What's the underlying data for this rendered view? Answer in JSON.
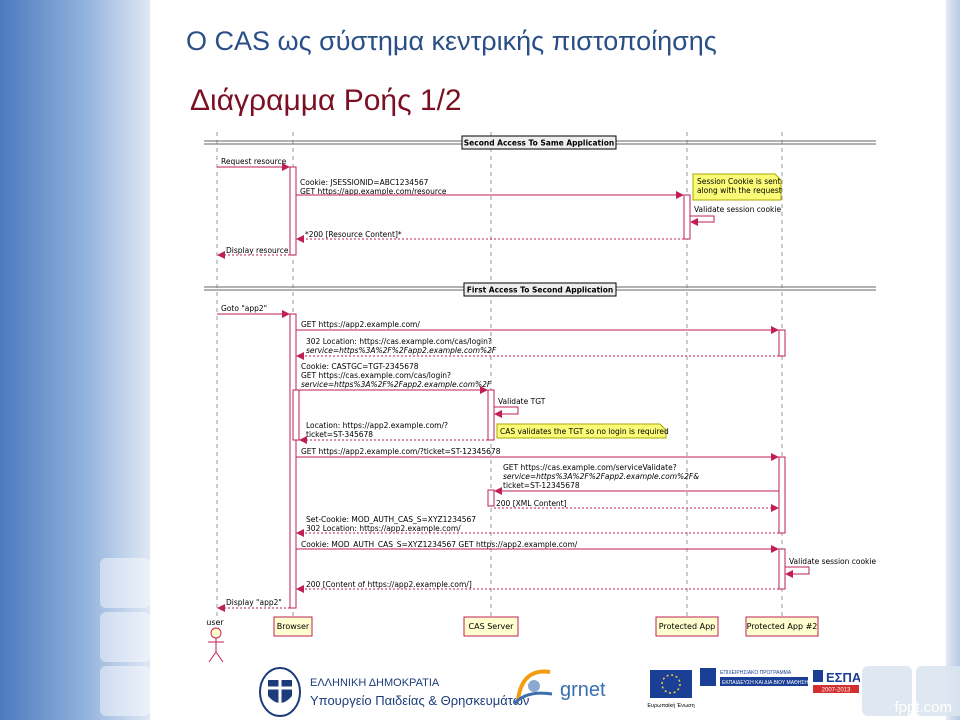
{
  "slide": {
    "title": "Ο CAS ως σύστημα κεντρικής πιστοποίησης",
    "subtitle": "Διάγραμμα Ροής 1/2"
  },
  "diagram": {
    "participants": [
      "user",
      "Browser",
      "CAS Server",
      "Protected App",
      "Protected App #2"
    ],
    "section_1": "Second Access To Same Application",
    "section_2": "First Access To Second Application",
    "messages": [
      {
        "lines": [
          "Request resource"
        ]
      },
      {
        "lines": [
          "Cookie: JSESSIONID=ABC1234567",
          "GET https://app.example.com/resource"
        ]
      },
      {
        "lines": [
          "Validate session cookie"
        ]
      },
      {
        "lines": [
          "*200 [Resource Content]*"
        ]
      },
      {
        "lines": [
          "Display resource"
        ]
      },
      {
        "lines": [
          "Goto \"app2\""
        ]
      },
      {
        "lines": [
          "GET https://app2.example.com/"
        ]
      },
      {
        "lines": [
          "302 Location: https://cas.example.com/cas/login?",
          "service=https%3A%2F%2Fapp2.example.com%2F"
        ]
      },
      {
        "lines": [
          "Cookie: CASTGC=TGT-2345678",
          "GET https://cas.example.com/cas/login?",
          "service=https%3A%2F%2Fapp2.example.com%2F"
        ]
      },
      {
        "lines": [
          "Validate TGT"
        ]
      },
      {
        "lines": [
          "Location: https://app2.example.com/?",
          "ticket=ST-345678"
        ]
      },
      {
        "lines": [
          "GET https://app2.example.com/?ticket=ST-12345678"
        ]
      },
      {
        "lines": [
          "GET https://cas.example.com/serviceValidate?",
          "service=https%3A%2F%2Fapp2.example.com%2F&",
          "ticket=ST-12345678"
        ]
      },
      {
        "lines": [
          "200 [XML Content]"
        ]
      },
      {
        "lines": [
          "Set-Cookie: MOD_AUTH_CAS_S=XYZ1234567",
          "302 Location: https://app2.example.com/"
        ]
      },
      {
        "lines": [
          "Cookie: MOD_AUTH_CAS_S=XYZ1234567 GET https://app2.example.com/"
        ]
      },
      {
        "lines": [
          "Validate session cookie"
        ]
      },
      {
        "lines": [
          "200 [Content of https://app2.example.com/]"
        ]
      },
      {
        "lines": [
          "Display \"app2\""
        ]
      }
    ],
    "notes": [
      {
        "lines": [
          "Session Cookie is sent",
          "along with the request"
        ]
      },
      {
        "lines": [
          "CAS validates the TGT so no login is required"
        ]
      }
    ]
  },
  "footer": {
    "gov_line1": "ΕΛΛΗΝΙΚΗ ΔΗΜΟΚΡΑΤΙΑ",
    "gov_line2": "Υπουργείο Παιδείας & Θρησκευμάτων",
    "grnet": "grnet",
    "espa": "ΕΣΠΑ",
    "espa_years": "2007-2013",
    "eu_label": "Ευρωπαϊκή Ένωση",
    "op_line1": "ΕΠΙΧΕΙΡΗΣΙΑΚΟ ΠΡΟΓΡΑΜΜΑ",
    "op_line2": "ΕΚΠΑΙΔΕΥΣΗ ΚΑΙ ΔΙΑ ΒΙΟΥ ΜΑΘΗΣΗ",
    "fppt": "fppt.com"
  },
  "colors": {
    "title": "#2a4f86",
    "subtitle": "#7a1022",
    "arrow": "#c01f54",
    "note_fill": "#fbfb77",
    "box_fill": "#fefece"
  }
}
